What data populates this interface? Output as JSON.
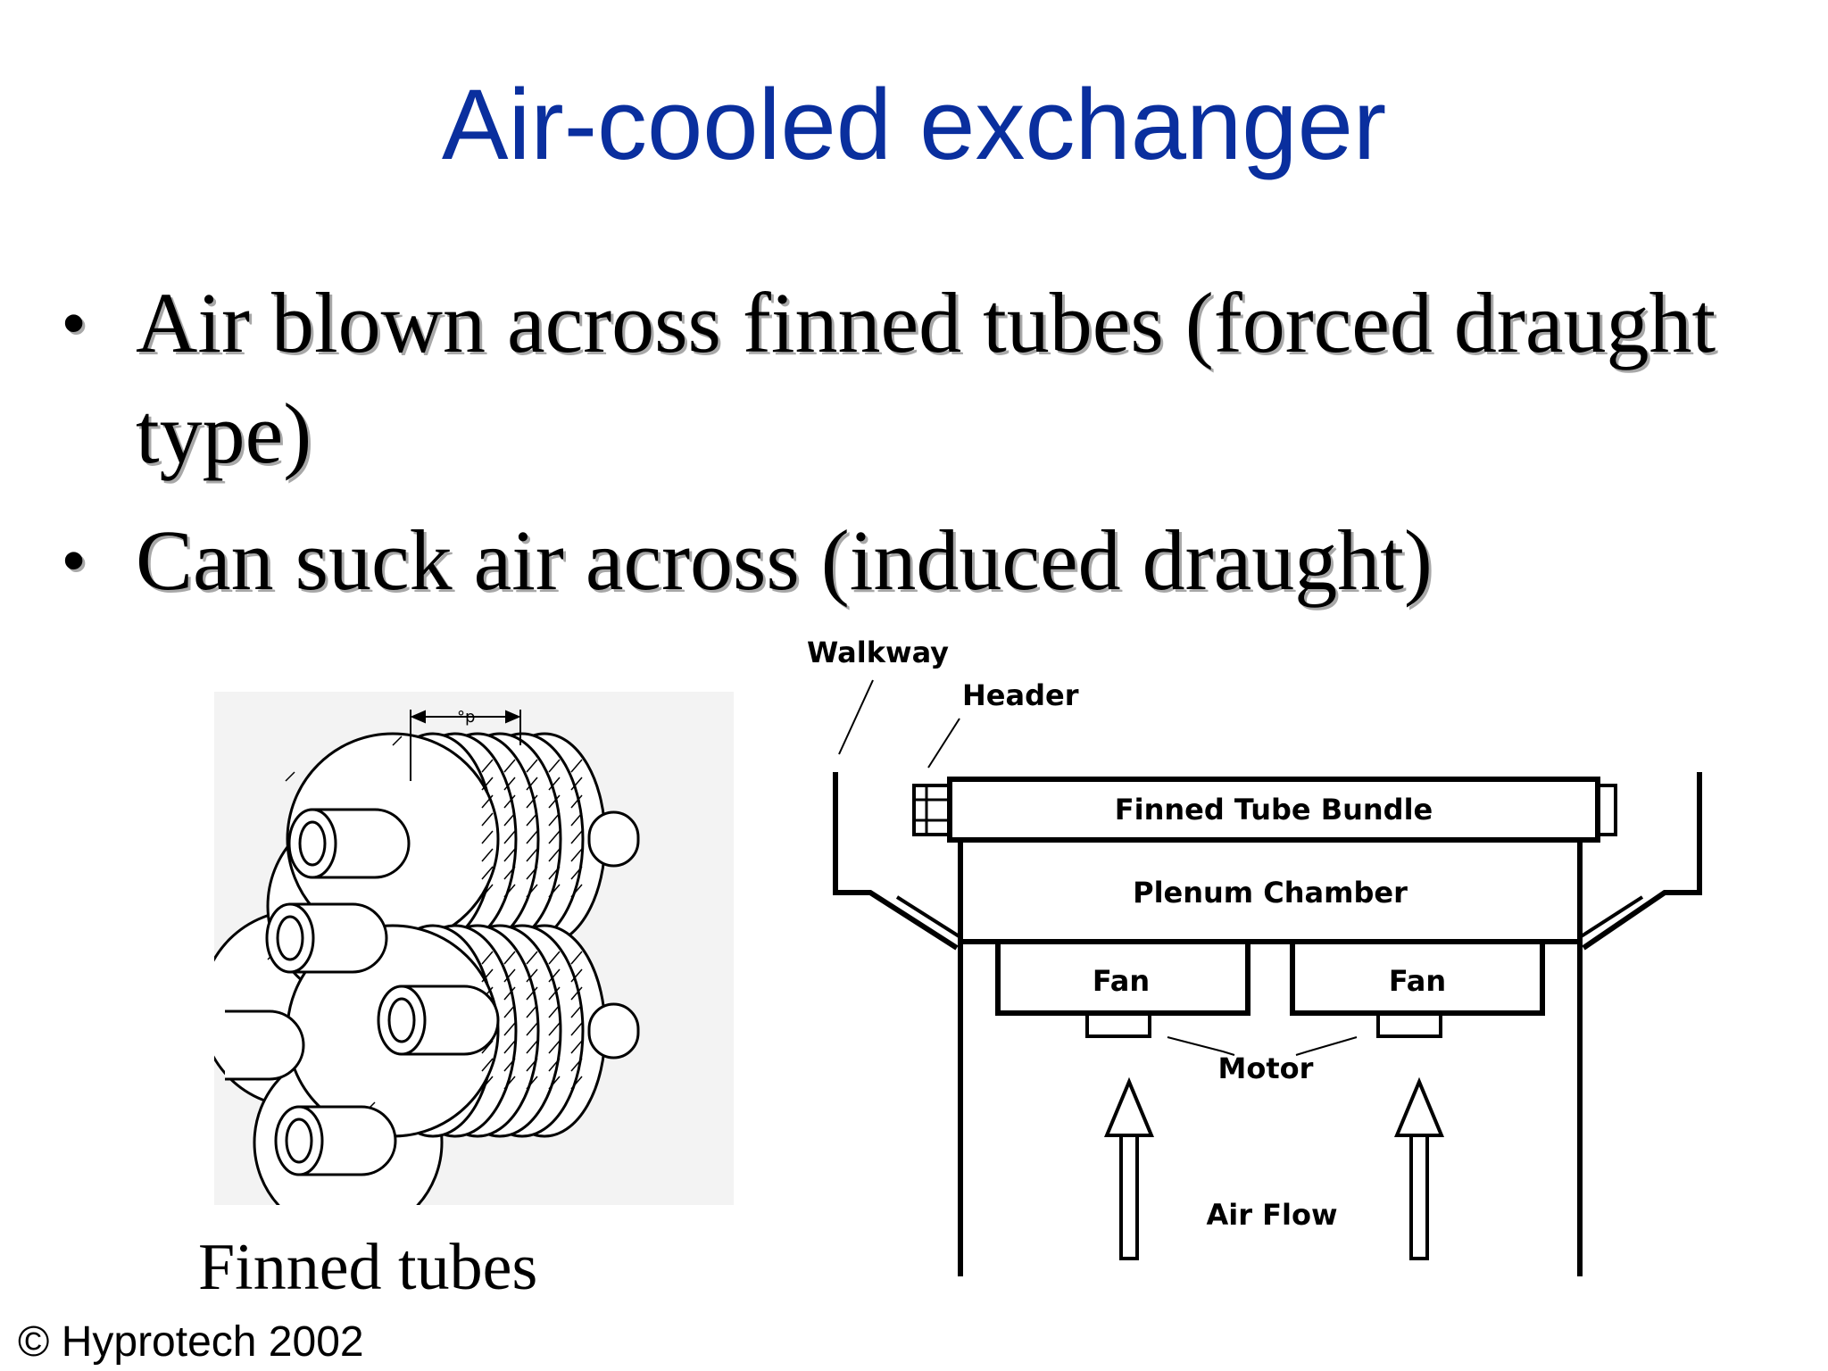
{
  "slide": {
    "title": "Air-cooled exchanger",
    "bullets": [
      "Air blown across finned tubes (forced draught type)",
      "Can suck air across (induced draught)"
    ],
    "bullet_glyph": "•"
  },
  "finned_tubes_figure": {
    "caption": "Finned tubes",
    "pitch_label": "°p"
  },
  "exchanger_diagram": {
    "labels": {
      "walkway": "Walkway",
      "header": "Header",
      "bundle": "Finned Tube Bundle",
      "plenum": "Plenum Chamber",
      "fan_left": "Fan",
      "fan_right": "Fan",
      "motor": "Motor",
      "air_flow": "Air Flow"
    }
  },
  "footer": {
    "copyright": "© Hyprotech 2002"
  },
  "colors": {
    "title": "#0a2f9e",
    "text": "#000000",
    "shadow": "#a8a8a8",
    "figure_bg": "#f3f3f3"
  }
}
